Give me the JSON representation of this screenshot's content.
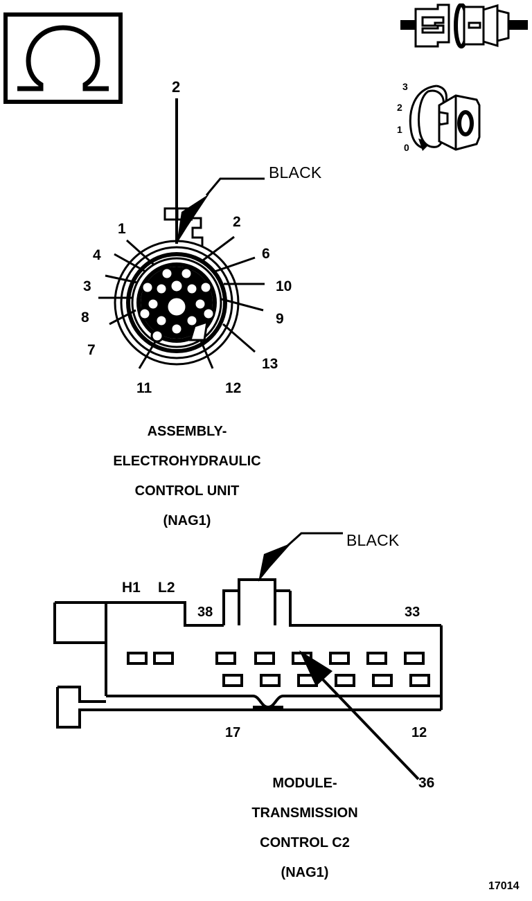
{
  "figure": {
    "id": "17014",
    "symbols": {
      "ohm": "Ω",
      "ohm_name": "ohm-symbol"
    }
  },
  "top_left_box": {
    "name": "ohm-symbol-box",
    "symbol": "Ω"
  },
  "top_right": {
    "connector_icon_name": "inline-connector-icon",
    "key_switch": {
      "name": "ignition-key-switch",
      "positions": [
        "3",
        "2",
        "1",
        "0"
      ],
      "key_label": "0"
    }
  },
  "connector_round": {
    "name": "electrohydraulic-control-unit-connector",
    "wire_label": "2",
    "color_label": "BLACK",
    "pin_labels_left": [
      "1",
      "4",
      "3",
      "8",
      "7"
    ],
    "pin_labels_right": [
      "2",
      "6",
      "10",
      "9",
      "13"
    ],
    "pin_labels_bottom": [
      "11",
      "12"
    ],
    "caption": {
      "line1": "ASSEMBLY-",
      "line2": "ELECTROHYDRAULIC",
      "line3": "CONTROL UNIT",
      "line4": "(NAG1)"
    }
  },
  "connector_rect": {
    "name": "transmission-control-module-c2-connector",
    "color_label": "BLACK",
    "label_h1": "H1",
    "label_l2": "L2",
    "label_38": "38",
    "label_33": "33",
    "label_17": "17",
    "label_12": "12",
    "callout_36": "36",
    "caption": {
      "line1": "MODULE-",
      "line2": "TRANSMISSION",
      "line3": "CONTROL C2",
      "line4": "(NAG1)"
    }
  },
  "colors": {
    "ink": "#000000",
    "paper": "#ffffff"
  }
}
